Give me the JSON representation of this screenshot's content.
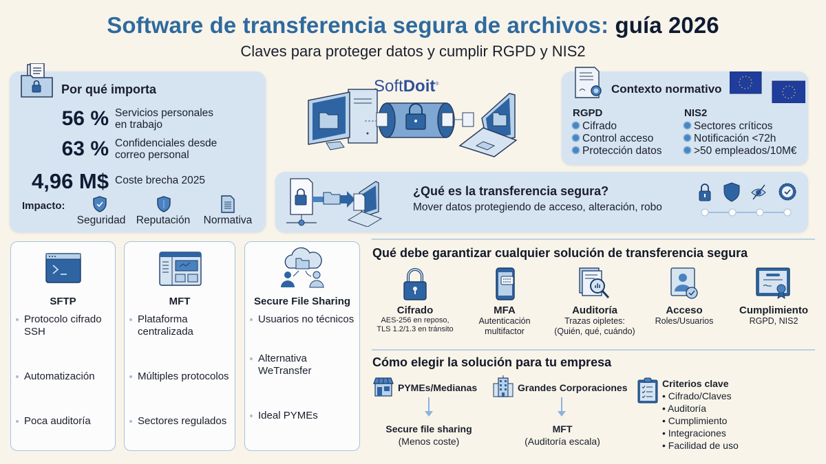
{
  "header": {
    "title_main": "Software de transferencia segura de archivos:",
    "title_accent": "guía 2026",
    "subtitle": "Claves para proteger datos y cumplir RGPD y NIS2"
  },
  "colors": {
    "background": "#f8f4ea",
    "panel": "#d6e4f1",
    "title_blue": "#2e6a9e",
    "icon_blue": "#2f64a2",
    "icon_light": "#b9d2ea",
    "dark_text": "#0f1b33"
  },
  "why": {
    "title": "Por qué importa",
    "stats": [
      {
        "value": "56 %",
        "label_1": "Servicios personales",
        "label_2": "en trabajo"
      },
      {
        "value": "63 %",
        "label_1": "Confidenciales desde",
        "label_2": "correo personal"
      },
      {
        "value": "4,96 M$",
        "label_1": "Coste brecha 2025",
        "label_2": ""
      }
    ],
    "impact_label": "Impacto:",
    "impacts": [
      {
        "icon": "shield-check-icon",
        "label": "Seguridad"
      },
      {
        "icon": "shield-icon",
        "label": "Reputación"
      },
      {
        "icon": "document-icon",
        "label": "Normativa"
      }
    ]
  },
  "hero": {
    "logo_soft": "Soft",
    "logo_doit": "Doit",
    "logo_mark": "®"
  },
  "context": {
    "title": "Contexto normativo",
    "rgpd": {
      "heading": "RGPD",
      "items": [
        "Cifrado",
        "Control acceso",
        "Protección datos"
      ]
    },
    "nis2": {
      "heading": "NIS2",
      "items": [
        "Sectores críticos",
        "Notificación <72h",
        ">50 empleados/10M€"
      ]
    }
  },
  "what": {
    "title": "¿Qué es la transferencia segura?",
    "description": "Mover datos protegiendo de acceso, alteración, robo",
    "icons": [
      "lock-icon",
      "shield-icon",
      "eye-off-icon",
      "badge-check-icon"
    ]
  },
  "cards": [
    {
      "title": "SFTP",
      "icon": "terminal-icon",
      "items": [
        "Protocolo cifrado SSH",
        "Automatización",
        "Poca auditoría"
      ]
    },
    {
      "title": "MFT",
      "icon": "dashboard-icon",
      "items": [
        "Plataforma centralizada",
        "Múltiples protocolos",
        "Sectores regulados"
      ]
    },
    {
      "title": "Secure File Sharing",
      "icon": "cloud-share-icon",
      "items": [
        "Usuarios no técnicos",
        "Alternativa WeTransfer",
        "Ideal PYMEs"
      ]
    }
  ],
  "guarantees": {
    "title": "Qué debe garantizar cualquier solución de transferencia segura",
    "items": [
      {
        "icon": "padlock-icon",
        "title": "Cifrado",
        "desc_1": "AES-256 en reposo,",
        "desc_2": "TLS 1.2/1.3 en tránsito"
      },
      {
        "icon": "phone-message-icon",
        "title": "MFA",
        "desc_1": "Autenticación",
        "desc_2": "multifactor"
      },
      {
        "icon": "audit-magnifier-icon",
        "title": "Auditoría",
        "desc_1": "Trazas oipletes:",
        "desc_2": "(Quién, qué, cuándo)"
      },
      {
        "icon": "user-check-icon",
        "title": "Acceso",
        "desc_1": "Roles/Usuarios",
        "desc_2": ""
      },
      {
        "icon": "certificate-icon",
        "title": "Cumplimiento",
        "desc_1": "RGPD, NIS2",
        "desc_2": ""
      }
    ]
  },
  "choose": {
    "title": "Cómo elegir la solución para tu empresa",
    "segments": [
      {
        "icon": "store-icon",
        "label": "PYMEs/Medianas",
        "result": "Secure file sharing",
        "result_note": "(Menos coste)"
      },
      {
        "icon": "building-icon",
        "label": "Grandes Corporaciones",
        "result": "MFT",
        "result_note": "(Auditoría escala)"
      }
    ],
    "criteria": {
      "title": "Criterios clave",
      "items": [
        "Cifrado/Claves",
        "Auditoría",
        "Cumplimiento",
        "Integraciones",
        "Facilidad de uso"
      ]
    }
  }
}
